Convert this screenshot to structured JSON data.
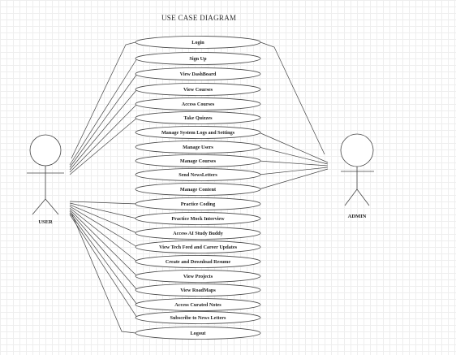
{
  "title": "USE CASE DIAGRAM",
  "actors": {
    "user": {
      "label": "USER"
    },
    "admin": {
      "label": "ADMIN"
    }
  },
  "use_cases": [
    {
      "label": "Login",
      "user": true,
      "admin": true
    },
    {
      "label": "Sign Up",
      "user": true,
      "admin": false
    },
    {
      "label": "View DashBoard",
      "user": true,
      "admin": false
    },
    {
      "label": "View Courses",
      "user": true,
      "admin": false
    },
    {
      "label": "Access Courses",
      "user": true,
      "admin": false
    },
    {
      "label": "Take Quizzes",
      "user": true,
      "admin": false
    },
    {
      "label": "Manage System Logs and Settings",
      "user": false,
      "admin": true
    },
    {
      "label": "Manage Users",
      "user": false,
      "admin": true
    },
    {
      "label": "Manage Courses",
      "user": false,
      "admin": true
    },
    {
      "label": "Send NewsLetters",
      "user": false,
      "admin": true
    },
    {
      "label": "Manage Content",
      "user": false,
      "admin": true
    },
    {
      "label": "Practice Coding",
      "user": true,
      "admin": false
    },
    {
      "label": "Practice Mock Interview",
      "user": true,
      "admin": false
    },
    {
      "label": "Access AI Study Buddy",
      "user": true,
      "admin": false
    },
    {
      "label": "View Tech Feed and Career Updates",
      "user": true,
      "admin": false
    },
    {
      "label": "Create and Download Resume",
      "user": true,
      "admin": false
    },
    {
      "label": "View Projects",
      "user": true,
      "admin": false
    },
    {
      "label": "View RoadMaps",
      "user": true,
      "admin": false
    },
    {
      "label": "Access Curated Notes",
      "user": true,
      "admin": false
    },
    {
      "label": "Subscribe to News Letters",
      "user": true,
      "admin": false
    },
    {
      "label": "Logout",
      "user": true,
      "admin": false
    }
  ]
}
